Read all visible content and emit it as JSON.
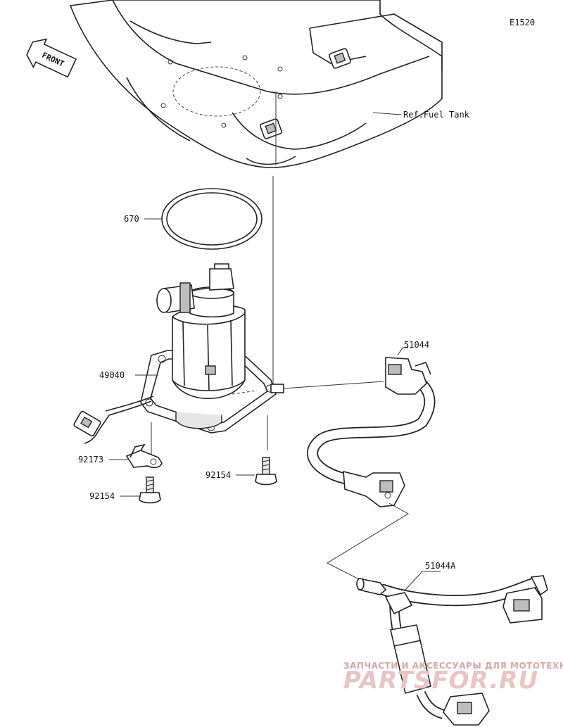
{
  "diagram": {
    "code": "E1520",
    "front_label": "FRONT",
    "ref_label": "Ref.Fuel Tank",
    "parts": [
      {
        "number": "670"
      },
      {
        "number": "49040"
      },
      {
        "number": "92173"
      },
      {
        "number": "92154"
      },
      {
        "number": "92154"
      },
      {
        "number": "51044"
      },
      {
        "number": "51044A"
      }
    ]
  },
  "watermark": {
    "line1": "ЗАПЧАСТИ И АКСЕССУАРЫ ДЛЯ МОТОТЕХНИКИ",
    "line2": "PARTSFOR.RU"
  },
  "colors": {
    "line": "#222222",
    "watermark": "#d9a7a7"
  }
}
